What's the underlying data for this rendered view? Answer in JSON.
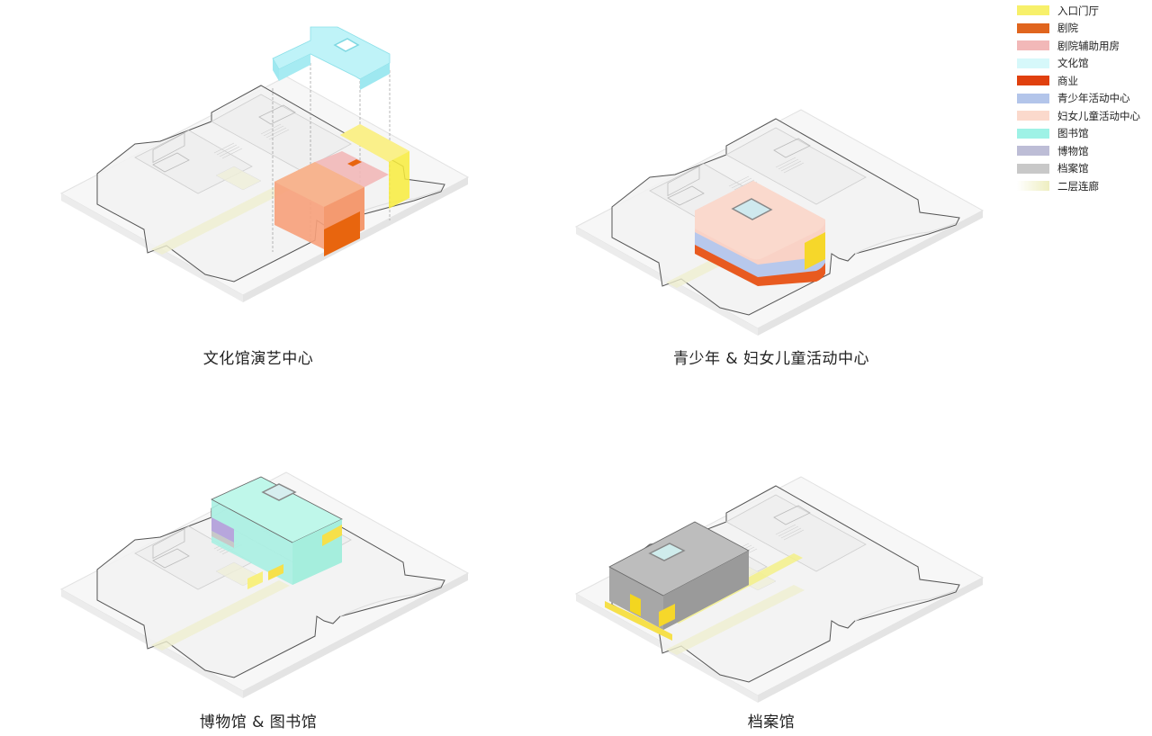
{
  "legend": {
    "items": [
      {
        "label": "入口门厅",
        "color": "#f7f06a"
      },
      {
        "label": "剧院",
        "color": "#e0651e"
      },
      {
        "label": "剧院辅助用房",
        "color": "#f2b8b8"
      },
      {
        "label": "文化馆",
        "color": "#d6f8fa"
      },
      {
        "label": "商业",
        "color": "#e0400e"
      },
      {
        "label": "青少年活动中心",
        "color": "#b3c5ea"
      },
      {
        "label": "妇女儿童活动中心",
        "color": "#fbd9cc"
      },
      {
        "label": "图书馆",
        "color": "#9ef2e6"
      },
      {
        "label": "博物馆",
        "color": "#bdbdd6"
      },
      {
        "label": "档案馆",
        "color": "#c8c8c8"
      },
      {
        "label": "二层连廊",
        "color": "#eeeec0"
      }
    ]
  },
  "panels": [
    {
      "caption": "文化馆演艺中心"
    },
    {
      "caption": "青少年 & 妇女儿童活动中心"
    },
    {
      "caption": "博物馆 & 图书馆"
    },
    {
      "caption": "档案馆"
    }
  ]
}
